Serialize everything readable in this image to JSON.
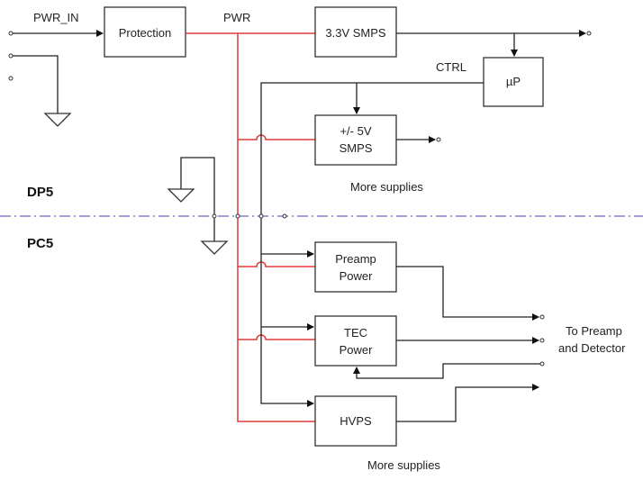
{
  "labels": {
    "pwr_in": "PWR_IN",
    "pwr": "PWR",
    "ctrl": "CTRL",
    "dp5": "DP5",
    "pc5": "PC5",
    "more_supplies_top": "More supplies",
    "more_supplies_bottom": "More supplies",
    "to_preamp_line1": "To Preamp",
    "to_preamp_line2": "and Detector"
  },
  "blocks": {
    "protection": "Protection",
    "smps_33": "3.3V SMPS",
    "uP": "µP",
    "smps_5_line1": "+/- 5V",
    "smps_5_line2": "SMPS",
    "preamp_line1": "Preamp",
    "preamp_line2": "Power",
    "tec_line1": "TEC",
    "tec_line2": "Power",
    "hvps": "HVPS"
  },
  "colors": {
    "power_line": "#e03a3a",
    "signal_line": "#222222",
    "divider": "#8a7bc8"
  }
}
